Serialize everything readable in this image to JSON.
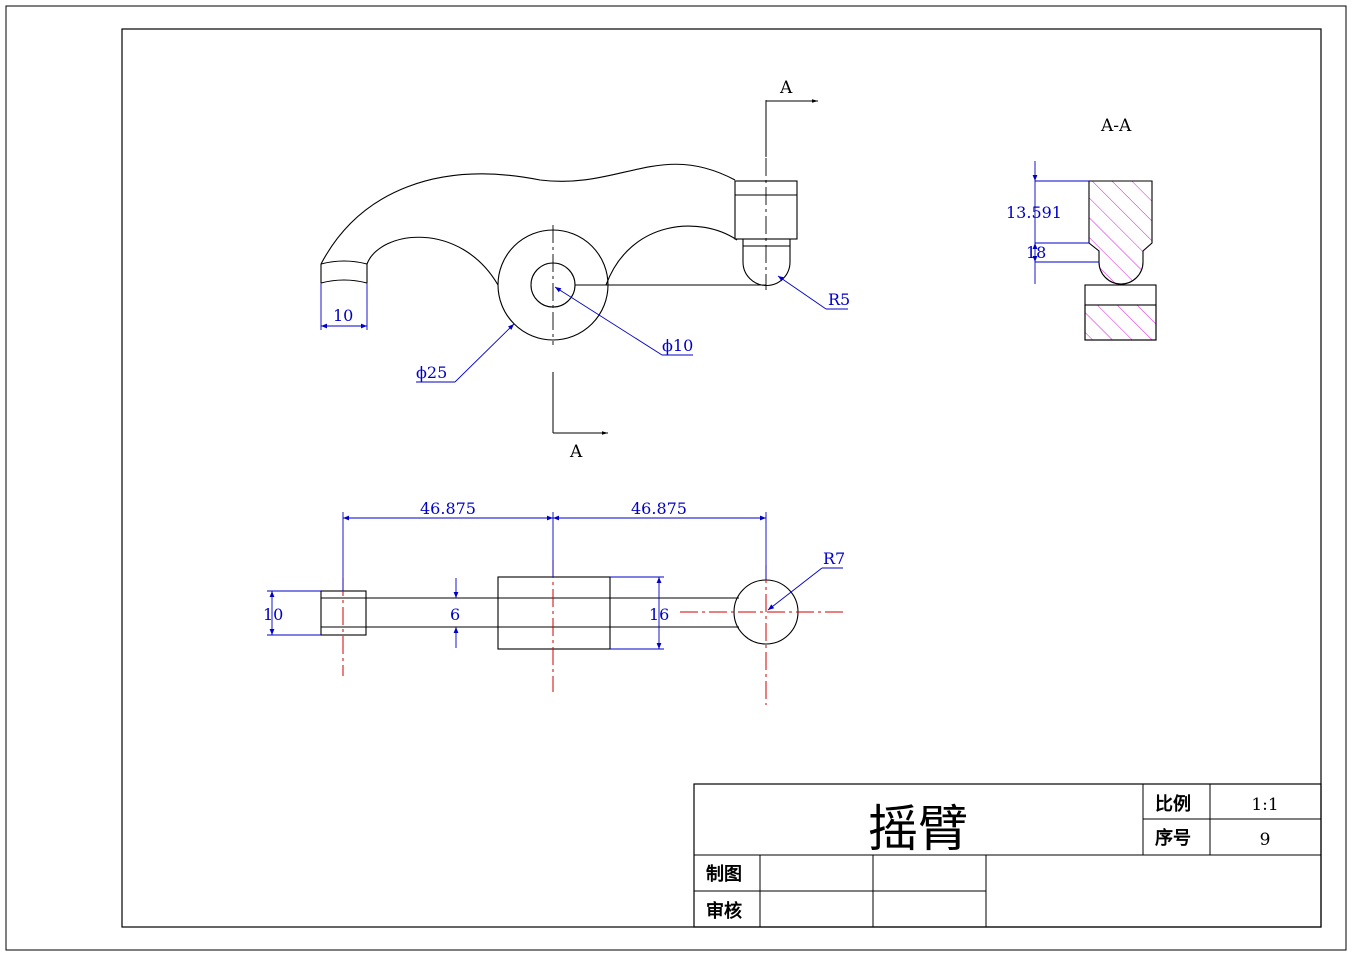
{
  "drawing": {
    "section_labels": {
      "cut_top": "A",
      "cut_bottom": "A",
      "section_view": "A-A"
    },
    "front_view_dims": {
      "width": "10",
      "outer_dia": "ϕ25",
      "inner_dia": "ϕ10",
      "radius": "R5"
    },
    "section_dims": {
      "upper_height": "13.591",
      "lower_height": "18"
    },
    "top_view_dims": {
      "left_span": "46.875",
      "right_span": "46.875",
      "end_radius": "R7",
      "end_height": "10",
      "arm_thickness": "6",
      "hub_height": "16"
    },
    "colors": {
      "outline": "#000000",
      "dimension": "#0000c8",
      "centerline": "#d00000",
      "hatch": "#e000e0"
    }
  },
  "title_block": {
    "part_name": "摇臂",
    "scale_label": "比例",
    "scale_value": "1:1",
    "number_label": "序号",
    "number_value": "9",
    "drawn_label": "制图",
    "checked_label": "审核"
  }
}
